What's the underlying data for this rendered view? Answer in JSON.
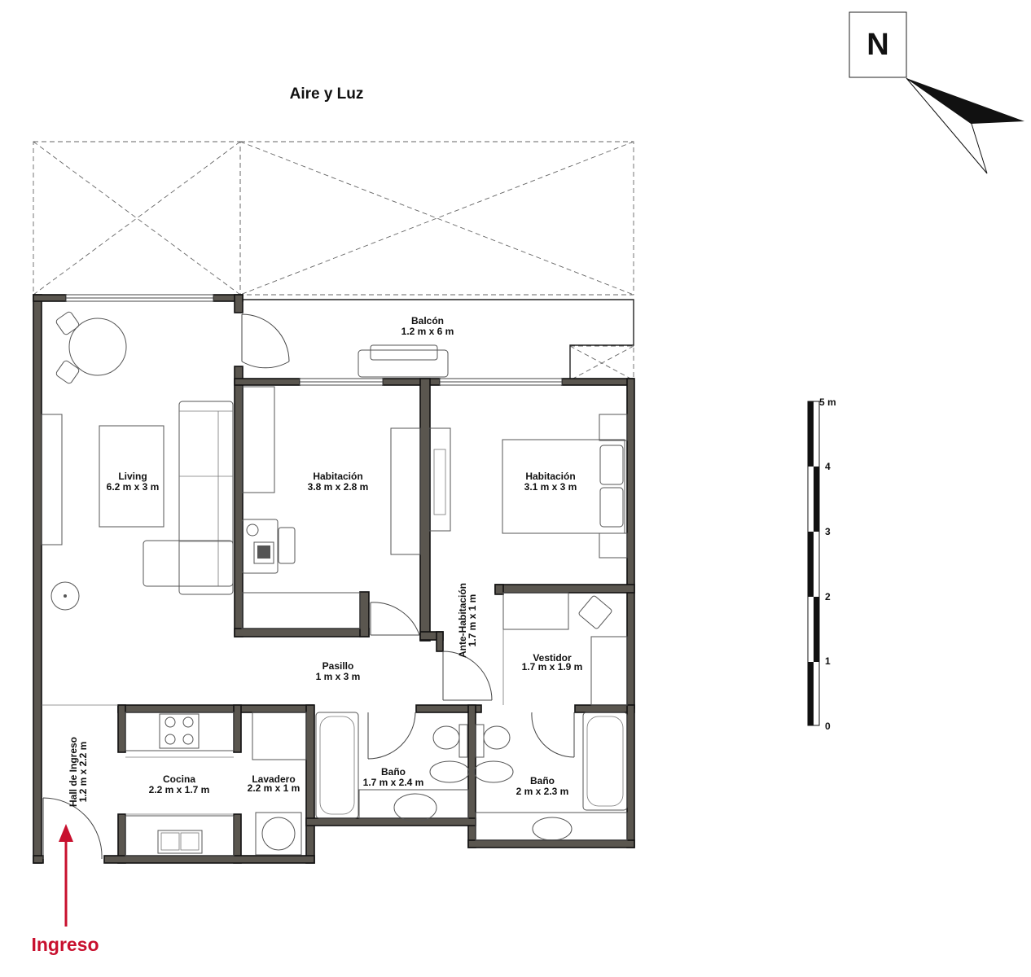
{
  "header": {
    "title": "Aire y Luz"
  },
  "compass": {
    "label": "N"
  },
  "rooms": [
    {
      "id": "balcon",
      "name": "Balcón",
      "dims": "1.2 m x 6 m"
    },
    {
      "id": "living",
      "name": "Living",
      "dims": "6.2 m x 3 m"
    },
    {
      "id": "hab1",
      "name": "Habitación",
      "dims": "3.8 m x 2.8 m"
    },
    {
      "id": "hab2",
      "name": "Habitación",
      "dims": "3.1 m x 3 m"
    },
    {
      "id": "antehab",
      "name": "Ante-Habitación",
      "dims": "1.7 m x 1 m"
    },
    {
      "id": "vestidor",
      "name": "Vestidor",
      "dims": "1.7 m x 1.9 m"
    },
    {
      "id": "pasillo",
      "name": "Pasillo",
      "dims": "1 m x 3 m"
    },
    {
      "id": "hall",
      "name": "Hall de Ingreso",
      "dims": "1.2 m x 2.2 m"
    },
    {
      "id": "cocina",
      "name": "Cocina",
      "dims": "2.2 m x 1.7 m"
    },
    {
      "id": "lavadero",
      "name": "Lavadero",
      "dims": "2.2 m x 1 m"
    },
    {
      "id": "bano1",
      "name": "Baño",
      "dims": "1.7 m x 2.4 m"
    },
    {
      "id": "bano2",
      "name": "Baño",
      "dims": "2 m x 2.3 m"
    }
  ],
  "scale_bar": {
    "labels": [
      "0",
      "1",
      "2",
      "3",
      "4",
      "5 m"
    ]
  },
  "entrance": {
    "label": "Ingreso",
    "color": "#c8102e"
  },
  "colors": {
    "wall": "#5a564f",
    "line": "#111111"
  }
}
